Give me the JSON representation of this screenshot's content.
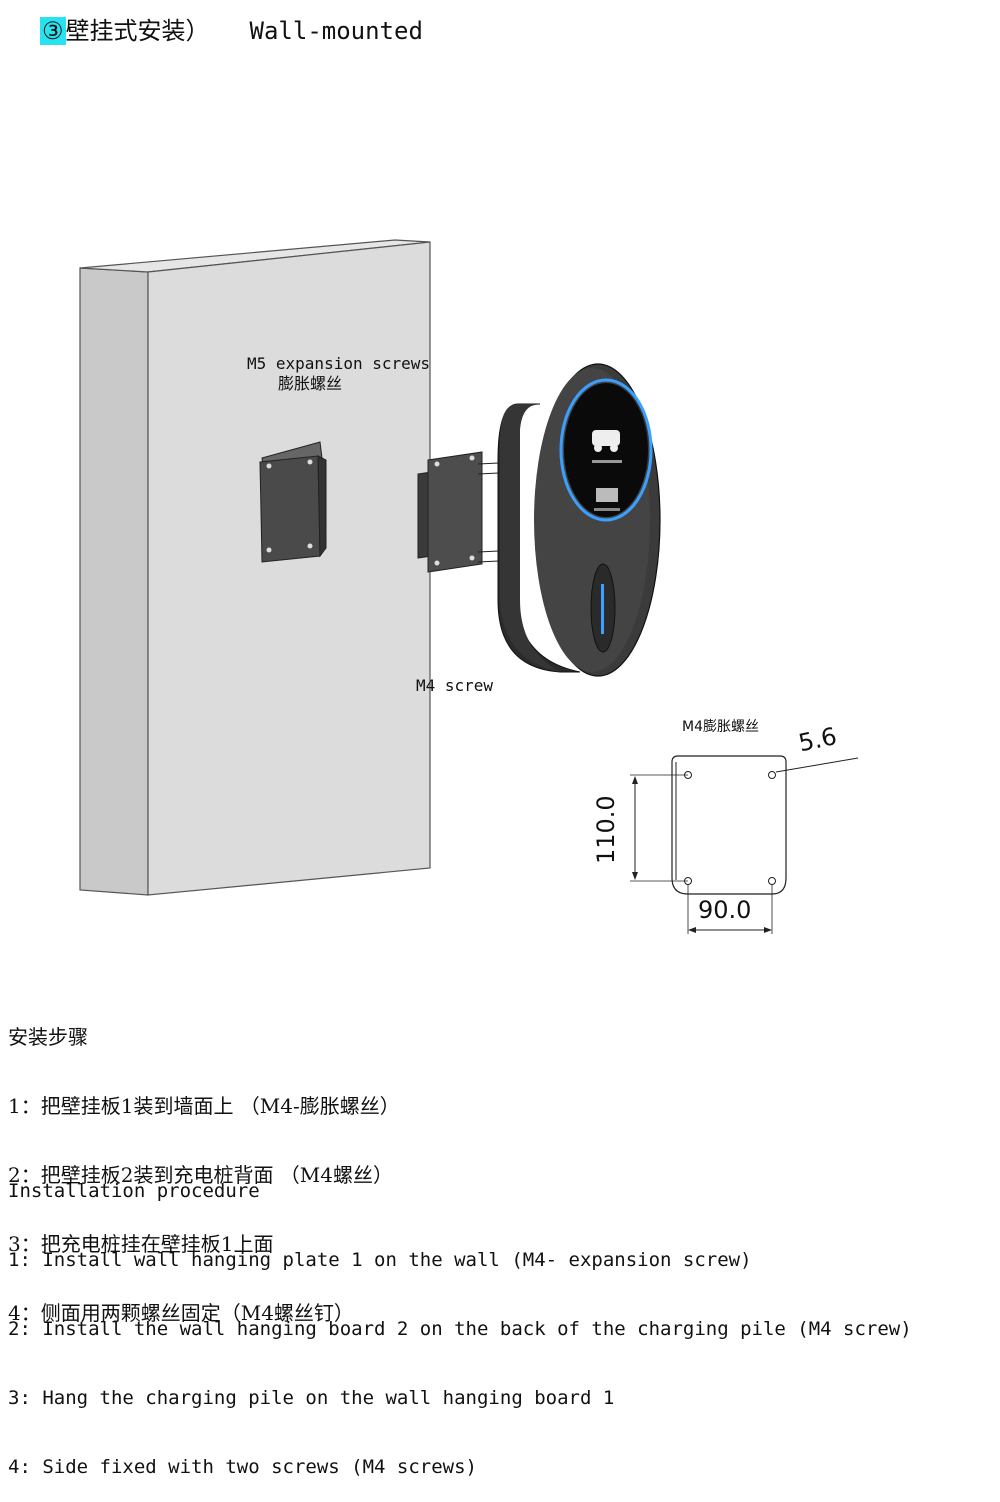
{
  "title": {
    "circled_number": "③",
    "cn": "壁挂式安装）",
    "en": "Wall-mounted"
  },
  "labels": {
    "m5_en": "M5 expansion screws",
    "m5_cn": "膨胀螺丝",
    "m4_screw": "M4 screw"
  },
  "bracket_detail": {
    "title": "M4膨胀螺丝",
    "hole_dim": "5.6",
    "height_dim": "110.0",
    "width_dim": "90.0"
  },
  "steps_cn": {
    "heading": "安装步骤",
    "items": [
      "1：把壁挂板1装到墙面上 （M4-膨胀螺丝）",
      "2：把壁挂板2装到充电桩背面 （M4螺丝）",
      "3：把充电桩挂在壁挂板1上面",
      "4：侧面用两颗螺丝固定（M4螺丝钉）"
    ]
  },
  "steps_en": {
    "heading": "Installation procedure",
    "items": [
      "1: Install wall hanging plate 1 on the wall (M4- expansion screw)",
      "2: Install the wall hanging board 2 on the back of the charging pile (M4 screw)",
      "3: Hang the charging pile on the wall hanging board 1",
      "4: Side fixed with two screws (M4 screws)"
    ]
  },
  "colors": {
    "highlight": "#27e3f0",
    "wall_front": "#dcdcdc",
    "wall_side": "#c9c9c9",
    "charger_body": "#3b3b3b",
    "ring_glow": "#3aa0ff"
  }
}
